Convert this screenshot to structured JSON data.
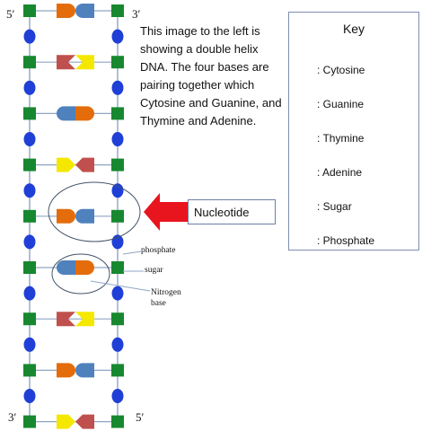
{
  "strand_ends": {
    "top_left": "5′",
    "top_right": "3′",
    "bottom_left": "3′",
    "bottom_right": "5′"
  },
  "caption": "This image to the left is showing a double helix DNA. The four bases are pairing together which Cytosine and Guanine, and Thymine and Adenine.",
  "annotations": {
    "nucleotide": "Nucleotide",
    "phosphate": "phosphate",
    "sugar": "sugar",
    "nitrogen_base": "Nitrogen base"
  },
  "key": {
    "title": "Key",
    "items": [
      {
        "label": ": Cytosine",
        "color": "#f5e800",
        "shape": "chevron"
      },
      {
        "label": ": Guanine",
        "color": "#c0504d",
        "shape": "notch"
      },
      {
        "label": ": Thymine",
        "color": "#e46c0a",
        "shape": "round-right"
      },
      {
        "label": ": Adenine",
        "color": "#4f81bd",
        "shape": "round-left"
      },
      {
        "label": ": Sugar",
        "color": "#1f3fd6",
        "shape": "circle"
      },
      {
        "label": ": Phosphate",
        "color": "#17882f",
        "shape": "square"
      }
    ]
  },
  "colors": {
    "cytosine": "#f5e800",
    "guanine": "#c0504d",
    "thymine": "#e46c0a",
    "adenine": "#4f81bd",
    "sugar": "#1f3fd6",
    "phosphate": "#17882f",
    "arrow": "#e8141e",
    "backbone": "#8fa6c4"
  },
  "base_pairs": [
    {
      "left": "thymine",
      "right": "adenine"
    },
    {
      "left": "guanine",
      "right": "cytosine"
    },
    {
      "left": "adenine",
      "right": "thymine"
    },
    {
      "left": "cytosine",
      "right": "guanine"
    },
    {
      "left": "thymine",
      "right": "adenine"
    },
    {
      "left": "adenine",
      "right": "thymine"
    },
    {
      "left": "guanine",
      "right": "cytosine"
    },
    {
      "left": "thymine",
      "right": "adenine"
    },
    {
      "left": "cytosine",
      "right": "guanine"
    }
  ]
}
